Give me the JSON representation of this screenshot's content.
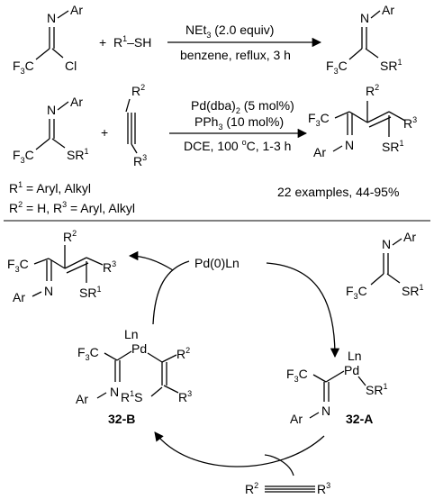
{
  "reaction1": {
    "reactant1": {
      "N": "N",
      "Ar": "Ar",
      "cl": "Cl",
      "cf3": "F3C"
    },
    "plus": "+",
    "reactant2": {
      "r1": "R",
      "sup": "1",
      "sh": "–SH"
    },
    "above": "NEt3 (2.0 equiv)",
    "below": "benzene, reflux, 3 h",
    "product": {
      "N": "N",
      "Ar": "Ar",
      "cf3": "F3C",
      "sr1": "SR1"
    }
  },
  "reaction2": {
    "reactant1": {
      "N": "N",
      "Ar": "Ar",
      "cf3": "F3C",
      "sr1": "SR1"
    },
    "plus": "+",
    "alkyne": {
      "r2": "R2",
      "r3": "R3"
    },
    "above1": "Pd(dba)2 (5 mol%)",
    "above2": "PPh3 (10 mol%)",
    "below": "DCE, 100 °C, 1-3 h",
    "product": {
      "cf3": "F3C",
      "r2": "R2",
      "r3": "R3",
      "N": "N",
      "Ar": "Ar",
      "sr1": "SR1"
    }
  },
  "scope": {
    "r1": "R1 = Aryl, Alkyl",
    "r2r3": "R2 = H, R3 = Aryl, Alkyl",
    "examples": "22 examples, 44-95%"
  },
  "cycle": {
    "catalyst": "Pd(0)Ln",
    "substrate": {
      "N": "N",
      "Ar": "Ar",
      "cf3": "F3C",
      "sr1": "SR1"
    },
    "product": {
      "cf3": "F3C",
      "r2": "R2",
      "r3": "R3",
      "N": "N",
      "Ar": "Ar",
      "sr1": "SR1"
    },
    "intA": {
      "ln": "Ln",
      "pd": "Pd",
      "cf3": "F3C",
      "sr1": "SR1",
      "N": "N",
      "Ar": "Ar",
      "label": "32-A"
    },
    "intB": {
      "ln": "Ln",
      "pd": "Pd",
      "cf3": "F3C",
      "r2": "R2",
      "r3": "R3",
      "N": "N",
      "Ar": "Ar",
      "r1s": "R1S",
      "label": "32-B"
    },
    "alkyne": {
      "r2": "R2",
      "r3": "R3"
    }
  }
}
